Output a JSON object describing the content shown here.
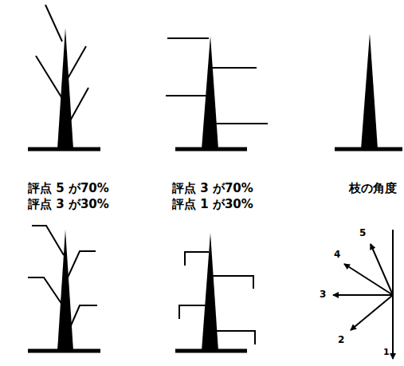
{
  "diagram": {
    "labels": [
      "評点 5 が70%",
      "評点 3 が30%",
      "評点 3 が70%",
      "評点 1 が30%",
      "枝の角度",
      "5",
      "4",
      "3",
      "2",
      "1"
    ]
  }
}
